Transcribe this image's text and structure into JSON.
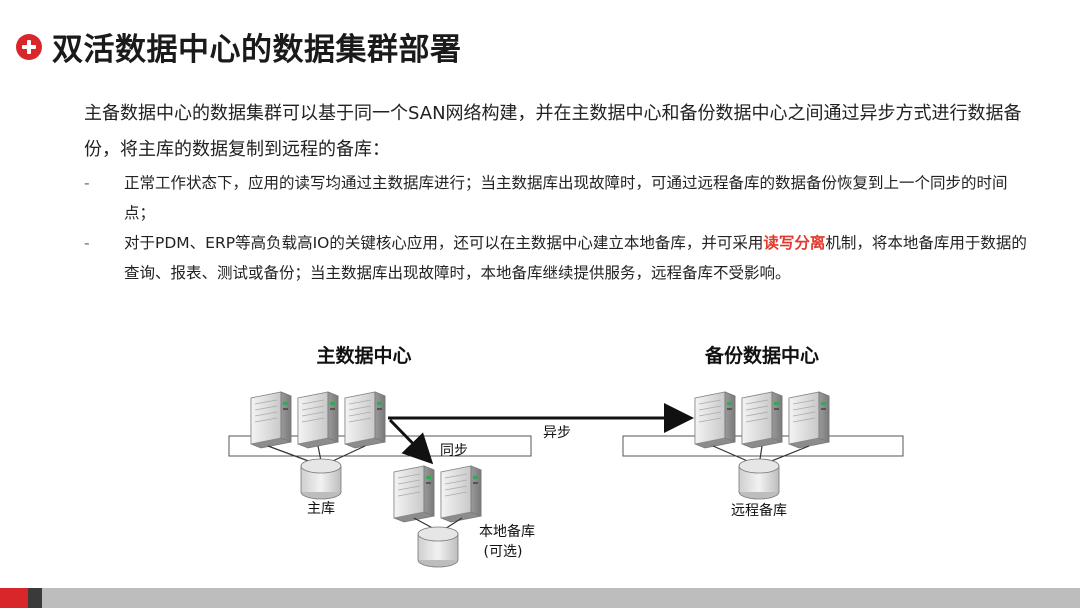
{
  "title": "双活数据中心的数据集群部署",
  "intro": "主备数据中心的数据集群可以基于同一个SAN网络构建，并在主数据中心和备份数据中心之间通过异步方式进行数据备份，将主库的数据复制到远程的备库：",
  "bullets": [
    {
      "dash": "-",
      "text": "正常工作状态下，应用的读写均通过主数据库进行；当主数据库出现故障时，可通过远程备库的数据备份恢复到上一个同步的时间点；"
    },
    {
      "dash": "-",
      "text_before": "对于PDM、ERP等高负载高IO的关键核心应用，还可以在主数据中心建立本地备库，并可采用",
      "highlight": "读写分离",
      "text_after": "机制，将本地备库用于数据的查询、报表、测试或备份；当主数据库出现故障时，本地备库继续提供服务，远程备库不受影响。"
    }
  ],
  "diagram": {
    "primary_title": "主数据中心",
    "backup_title": "备份数据中心",
    "async_label": "异步",
    "sync_label": "同步",
    "main_db_label": "主库",
    "local_db_label": "本地备库",
    "local_db_optional": "(可选)",
    "remote_db_label": "远程备库"
  },
  "colors": {
    "accent_red": "#d9262b",
    "highlight_red": "#e03b2e",
    "footer_gray": "#bdbdbd"
  }
}
